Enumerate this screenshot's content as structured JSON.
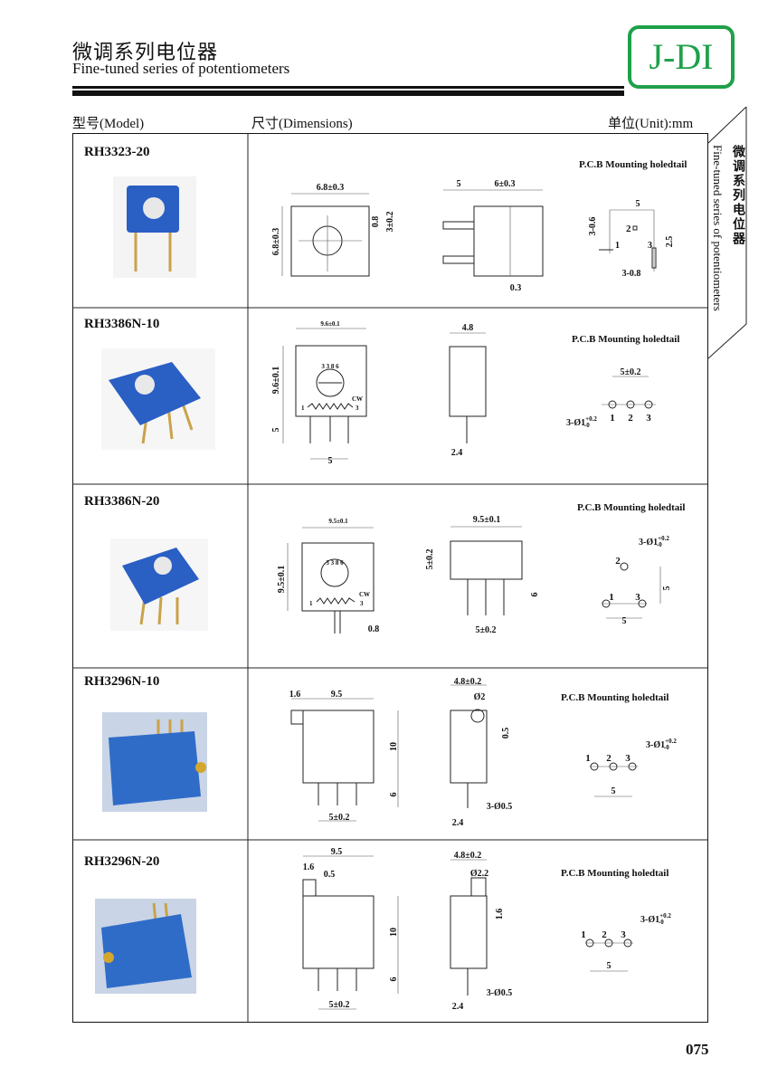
{
  "header": {
    "title_cn": "微调系列电位器",
    "title_en": "Fine-tuned series of potentiometers",
    "logo": "J-DI",
    "col_model": "型号(Model)",
    "col_dimensions": "尺寸(Dimensions)",
    "unit": "单位(Unit):mm"
  },
  "side_tab": {
    "cn": "微调系列电位器",
    "en": "Fine-tuned series of potentiometers"
  },
  "pcb_title": "P.C.B Mounting holedtail",
  "hole_spec": {
    "base": "3-Ø1",
    "sup": "+0.2",
    "sub": "-0"
  },
  "rows": [
    {
      "model": "RH3323-20",
      "dims": {
        "w": "6.8±0.3",
        "h": "6.8±0.3",
        "a": "0.8",
        "b": "3±0.2",
        "s1": "5",
        "s2": "6±0.3",
        "s3": "0.3",
        "p_w": "5",
        "p_pin2": "2",
        "p_pin1": "1",
        "p_pin3": "3",
        "p_a": "3-0.6",
        "p_b": "2.5",
        "p_c": "3-0.8"
      }
    },
    {
      "model": "RH3386N-10",
      "dims": {
        "w": "9.6±0.1",
        "h": "9.6±0.1",
        "pin_len": "5",
        "pin_pitch": "5",
        "side_w": "4.8",
        "side_off": "2.4",
        "dial": "3 3 8 6",
        "cw": "CW",
        "t1": "1",
        "t3": "3",
        "p_pitch": "5±0.2",
        "p1": "1",
        "p2": "2",
        "p3": "3"
      }
    },
    {
      "model": "RH3386N-20",
      "dims": {
        "w": "9.5±0.1",
        "h": "9.5±0.1",
        "pin": "0.8",
        "side_w": "9.5±0.1",
        "side_h": "5±0.2",
        "side_pin": "6",
        "side_pitch": "5±0.2",
        "dial": "3 3 8 6",
        "cw": "CW",
        "t1": "1",
        "t3": "3",
        "p1": "1",
        "p2": "2",
        "p3": "3",
        "p_h": "5",
        "p_w": "5"
      }
    },
    {
      "model": "RH3296N-10",
      "dims": {
        "a": "1.6",
        "w": "9.5",
        "h": "10",
        "pin_len": "6",
        "pitch": "5±0.2",
        "side_w": "4.8±0.2",
        "knob": "Ø2",
        "knob_off": "0.5",
        "pin_d": "3-Ø0.5",
        "side_off": "2.4",
        "p1": "1",
        "p2": "2",
        "p3": "3",
        "p_w": "5"
      }
    },
    {
      "model": "RH3296N-20",
      "dims": {
        "w": "9.5",
        "a": "1.6",
        "b": "0.5",
        "h": "10",
        "pin_len": "6",
        "pitch": "5±0.2",
        "side_w": "4.8±0.2",
        "knob": "Ø2.2",
        "knob_h": "1.6",
        "pin_d": "3-Ø0.5",
        "side_off": "2.4",
        "p1": "1",
        "p2": "2",
        "p3": "3",
        "p_w": "5"
      }
    }
  ],
  "page_number": "075",
  "colors": {
    "brand_green": "#1fa04a",
    "body_blue": "#2a5fc4"
  }
}
